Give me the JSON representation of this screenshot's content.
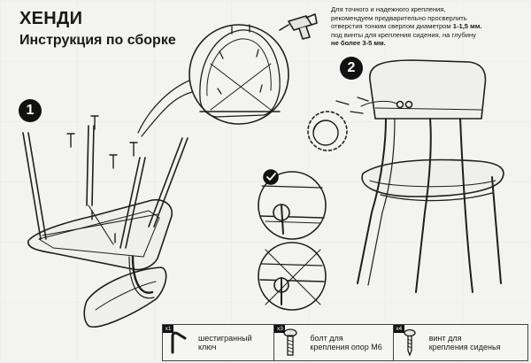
{
  "header": {
    "title": "ХЕНДИ",
    "subtitle": "Инструкция по сборке"
  },
  "note": {
    "line1": "Для точного и надежного крепления,",
    "line2": "рекомендуем предварительно просверлить",
    "line3_prefix": "отверстия тонким сверлом диаметром ",
    "line3_bold": "1-1,5 мм.",
    "line4": "под винты для крепления сидения, на глубину",
    "line5_bold": "не более 3-5 мм."
  },
  "steps": [
    "1",
    "2"
  ],
  "legend": [
    {
      "qty": "х1",
      "icon": "hex-key-icon",
      "label_line1": "шестигранный",
      "label_line2": "ключ"
    },
    {
      "qty": "х3",
      "icon": "bolt-icon",
      "label_line1": "болт для",
      "label_line2": "крепления опор М6"
    },
    {
      "qty": "х4",
      "icon": "screw-icon",
      "label_line1": "винт для",
      "label_line2": "крепления сиденья"
    }
  ],
  "colors": {
    "ink": "#1a1a1a",
    "paper": "#f3f3f2",
    "badge": "#111111"
  }
}
